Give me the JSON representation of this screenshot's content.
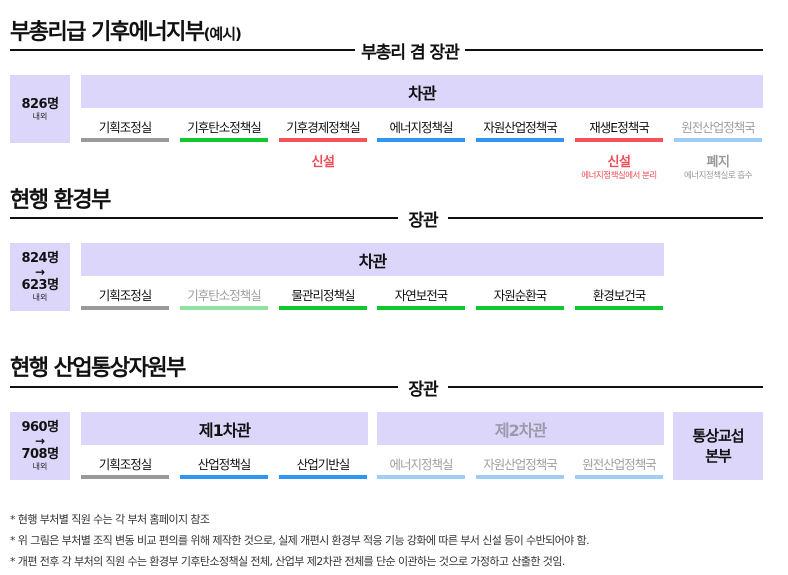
{
  "colors": {
    "lavender": "#dcd6fb",
    "gray_bar": "#9a9a9a",
    "green_bar": "#11c72f",
    "green_bar_muted": "#8fe39f",
    "red_bar": "#f5525c",
    "blue_bar": "#2f97f2",
    "blue_bar_muted": "#9fcdf6",
    "red_text": "#f04b55",
    "muted_text": "#a0a0a0"
  },
  "sections": [
    {
      "id": "new-ministry",
      "title": "부총리급 기후에너지부",
      "title_suffix": "(예시)",
      "head": "부총리 겸 장관",
      "count": {
        "line1": "826명",
        "arrow": "",
        "line2": "",
        "unit": "내외"
      },
      "vice": [
        {
          "label": "차관",
          "muted": false
        }
      ],
      "departments": [
        {
          "label": "기획조정실",
          "bar": "gray",
          "muted": false
        },
        {
          "label": "기후탄소정책실",
          "bar": "green",
          "muted": false
        },
        {
          "label": "기후경제정책실",
          "bar": "red",
          "muted": false,
          "note": "신설",
          "note_color": "red"
        },
        {
          "label": "에너지정책실",
          "bar": "blue",
          "muted": false
        },
        {
          "label": "자원산업정책국",
          "bar": "blue",
          "muted": false
        },
        {
          "label": "재생E정책국",
          "bar": "red",
          "muted": false,
          "note": "신설",
          "note_color": "red",
          "subnote": "에너지정책실에서 분리"
        },
        {
          "label": "원전산업정책국",
          "bar": "blue_muted",
          "muted": true,
          "note": "폐지",
          "note_color": "gray",
          "subnote": "에너지정책실로 흡수"
        }
      ]
    },
    {
      "id": "current-env",
      "title": "현행 환경부",
      "head": "장관",
      "count": {
        "line1": "824명",
        "arrow": "→",
        "line2": "623명",
        "unit": "내외"
      },
      "vice": [
        {
          "label": "차관",
          "muted": false
        }
      ],
      "departments": [
        {
          "label": "기획조정실",
          "bar": "gray",
          "muted": false
        },
        {
          "label": "기후탄소정책실",
          "bar": "green_muted",
          "muted": true
        },
        {
          "label": "물관리정책실",
          "bar": "green",
          "muted": false
        },
        {
          "label": "자연보전국",
          "bar": "green",
          "muted": false
        },
        {
          "label": "자원순환국",
          "bar": "green",
          "muted": false
        },
        {
          "label": "환경보건국",
          "bar": "green",
          "muted": false
        }
      ]
    },
    {
      "id": "current-motie",
      "title": "현행 산업통상자원부",
      "head": "장관",
      "count": {
        "line1": "960명",
        "arrow": "→",
        "line2": "708명",
        "unit": "내외"
      },
      "vice": [
        {
          "label": "제1차관",
          "muted": false
        },
        {
          "label": "제2차관",
          "muted": true
        }
      ],
      "trade_box": {
        "line1": "통상교섭",
        "line2": "본부"
      },
      "departments": [
        {
          "label": "기획조정실",
          "bar": "gray",
          "muted": false
        },
        {
          "label": "산업정책실",
          "bar": "blue",
          "muted": false
        },
        {
          "label": "산업기반실",
          "bar": "blue",
          "muted": false
        },
        {
          "label": "에너지정책실",
          "bar": "blue_muted",
          "muted": true
        },
        {
          "label": "자원산업정책국",
          "bar": "blue_muted",
          "muted": true
        },
        {
          "label": "원전산업정책국",
          "bar": "blue_muted",
          "muted": true
        }
      ]
    }
  ],
  "footnotes": [
    "* 현행 부처별 직원 수는 각 부처 홈페이지 참조",
    "* 위 그림은 부처별 조직 변동 비교 편의를 위해 제작한 것으로, 실제 개편시 환경부 적응 기능 강화에 따른 부서 신설 등이 수반되어야 함.",
    "* 개편 전후 각 부처의 직원 수는 환경부 기후탄소정책실 전체, 산업부 제2차관 전체를 단순 이관하는 것으로 가정하고 산출한 것임."
  ]
}
